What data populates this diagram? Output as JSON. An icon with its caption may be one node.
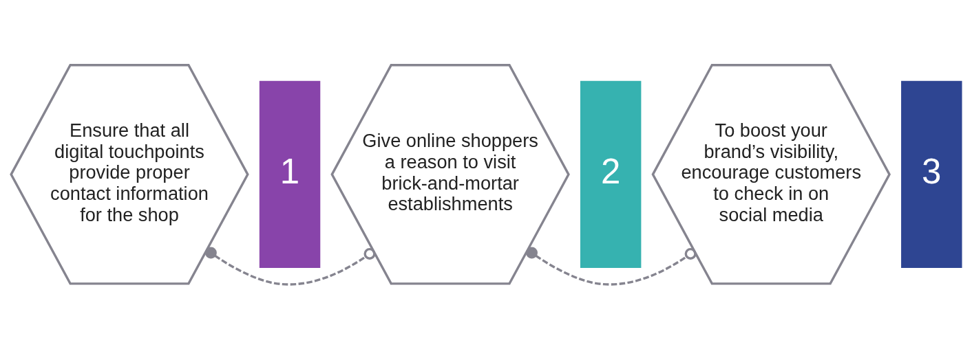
{
  "diagram": {
    "nodes": [
      {
        "text": [
          "Ensure that all digital touchpoints provide proper contact information for the shop"
        ]
      },
      {
        "text": [
          "1"
        ]
      },
      {
        "text": [
          "Give online shoppers a reason to visit brick-and-mortar establishments"
        ]
      },
      {
        "text": [
          "2"
        ]
      },
      {
        "text": [
          "To boost your brand’s visibility, encourage customers to check in on social media"
        ]
      },
      {
        "text": [
          "3"
        ]
      }
    ],
    "edges": [
      {
        "from": 0,
        "to": 2,
        "arrow": "other",
        "style": "dashed"
      },
      {
        "from": 2,
        "to": 4,
        "arrow": "other",
        "style": "dashed"
      }
    ]
  }
}
